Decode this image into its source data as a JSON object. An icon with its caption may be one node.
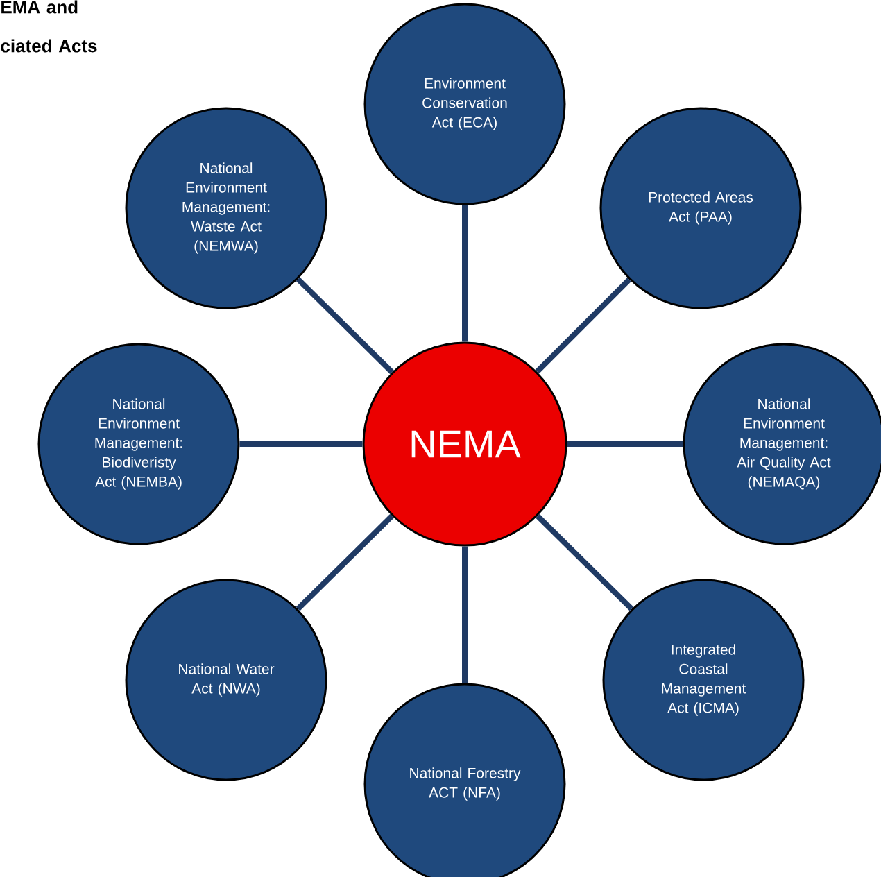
{
  "diagram": {
    "title": "EMA and ciated Acts",
    "nodes": [
      {
        "text": [
          "NEMA"
        ]
      },
      {
        "text": [
          "Environment Conservation Act (ECA)"
        ]
      },
      {
        "text": [
          "National Environment Management: Watste Act (NEMWA)"
        ]
      },
      {
        "text": [
          "Protected Areas Act (PAA)"
        ]
      },
      {
        "text": [
          "National Environment Management: Biodiveristy Act (NEMBA)"
        ]
      },
      {
        "text": [
          "National Environment Management: Air Quality Act (NEMAQA)"
        ]
      },
      {
        "text": [
          "National Water Act (NWA)"
        ]
      },
      {
        "text": [
          "Integrated Coastal Management Act (ICMA)"
        ]
      },
      {
        "text": [
          "National Forestry ACT (NFA)"
        ]
      }
    ],
    "edges": [
      {
        "from": 0,
        "to": 1,
        "arrow": "none"
      },
      {
        "from": 0,
        "to": 2,
        "arrow": "none"
      },
      {
        "from": 0,
        "to": 3,
        "arrow": "none"
      },
      {
        "from": 0,
        "to": 4,
        "arrow": "none"
      },
      {
        "from": 0,
        "to": 5,
        "arrow": "none"
      },
      {
        "from": 0,
        "to": 6,
        "arrow": "none"
      },
      {
        "from": 0,
        "to": 7,
        "arrow": "none"
      },
      {
        "from": 0,
        "to": 8,
        "arrow": "none"
      }
    ]
  }
}
